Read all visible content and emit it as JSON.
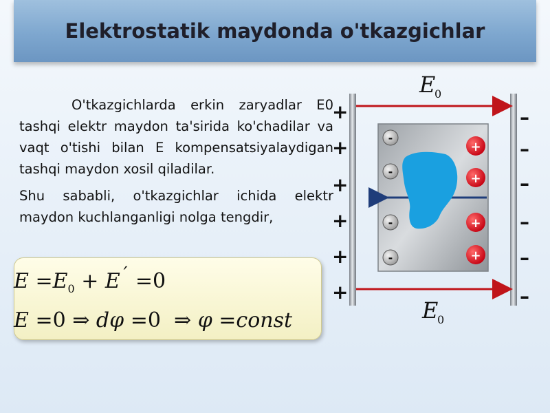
{
  "slide": {
    "title": "Elektrostatik maydonda o'tkazgichlar"
  },
  "text": {
    "paragraph1": "O'tkazgichlarda erkin zaryadlar E0 tashqi elektr maydon ta'sirida  ko'chadilar va vaqt o'tishi bilan E kompensatsiyalaydigan tashqi maydon xosil qiladilar.",
    "paragraph2": "Shu sababli, o'tkazgichlar ichida elektr maydon kuchlanganligi nolga tengdir,"
  },
  "formulas": {
    "line1": {
      "E": "E",
      "eq": "=",
      "E0": "E",
      "sub0": "0",
      "plus": "+",
      "Eprime": "E",
      "prime": "´",
      "eq2": "=",
      "zero": "0"
    },
    "line2": {
      "E": "E",
      "eq": "=",
      "zero": "0",
      "implies": "⇒",
      "dphi": "dφ",
      "eq2": "=",
      "zero2": "0",
      "implies2": "⇒",
      "phi": "φ",
      "eq3": "=",
      "const": "const"
    }
  },
  "diagram": {
    "field_label_top": "E",
    "field_label_top_sub": "0",
    "field_label_bottom": "E",
    "field_label_bottom_sub": "0",
    "plus_sign": "+",
    "minus_sign": "–",
    "charge_plus": "+",
    "charge_minus": "-",
    "colors": {
      "field_arrow": "#c0151a",
      "inner_arrow": "#1f3d7a",
      "blob": "#1aa0e0",
      "positive_charge": "#e01020",
      "negative_charge": "#8a8a8a"
    }
  }
}
